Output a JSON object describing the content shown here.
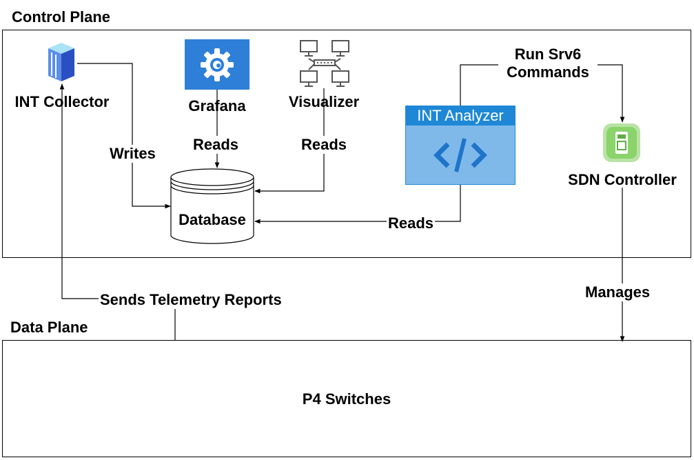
{
  "control_plane": {
    "title": "Control Plane",
    "nodes": {
      "int_collector": "INT Collector",
      "grafana": "Grafana",
      "visualizer": "Visualizer",
      "int_analyzer": "INT Analyzer",
      "sdn_controller": "SDN Controller",
      "database": "Database"
    },
    "edges": {
      "writes": "Writes",
      "grafana_reads": "Reads",
      "visualizer_reads": "Reads",
      "analyzer_reads": "Reads",
      "run_srv6_line1": "Run Srv6",
      "run_srv6_line2": "Commands"
    }
  },
  "data_plane": {
    "title": "Data Plane",
    "switches": "P4 Switches"
  },
  "cross_edges": {
    "telemetry": "Sends Telemetry Reports",
    "manages": "Manages"
  },
  "colors": {
    "grafana": "#2d7fd8",
    "analyzer_header": "#1e88d6",
    "analyzer_body": "#7fb9ea",
    "sdn": "#8bd36b",
    "collector": "#3d66d1"
  },
  "icons": {
    "int_collector": "server-rack-icon",
    "grafana": "grafana-logo-icon",
    "visualizer": "network-topology-icon",
    "int_analyzer": "code-icon",
    "sdn_controller": "controller-device-icon",
    "database": "database-cylinder-icon"
  }
}
